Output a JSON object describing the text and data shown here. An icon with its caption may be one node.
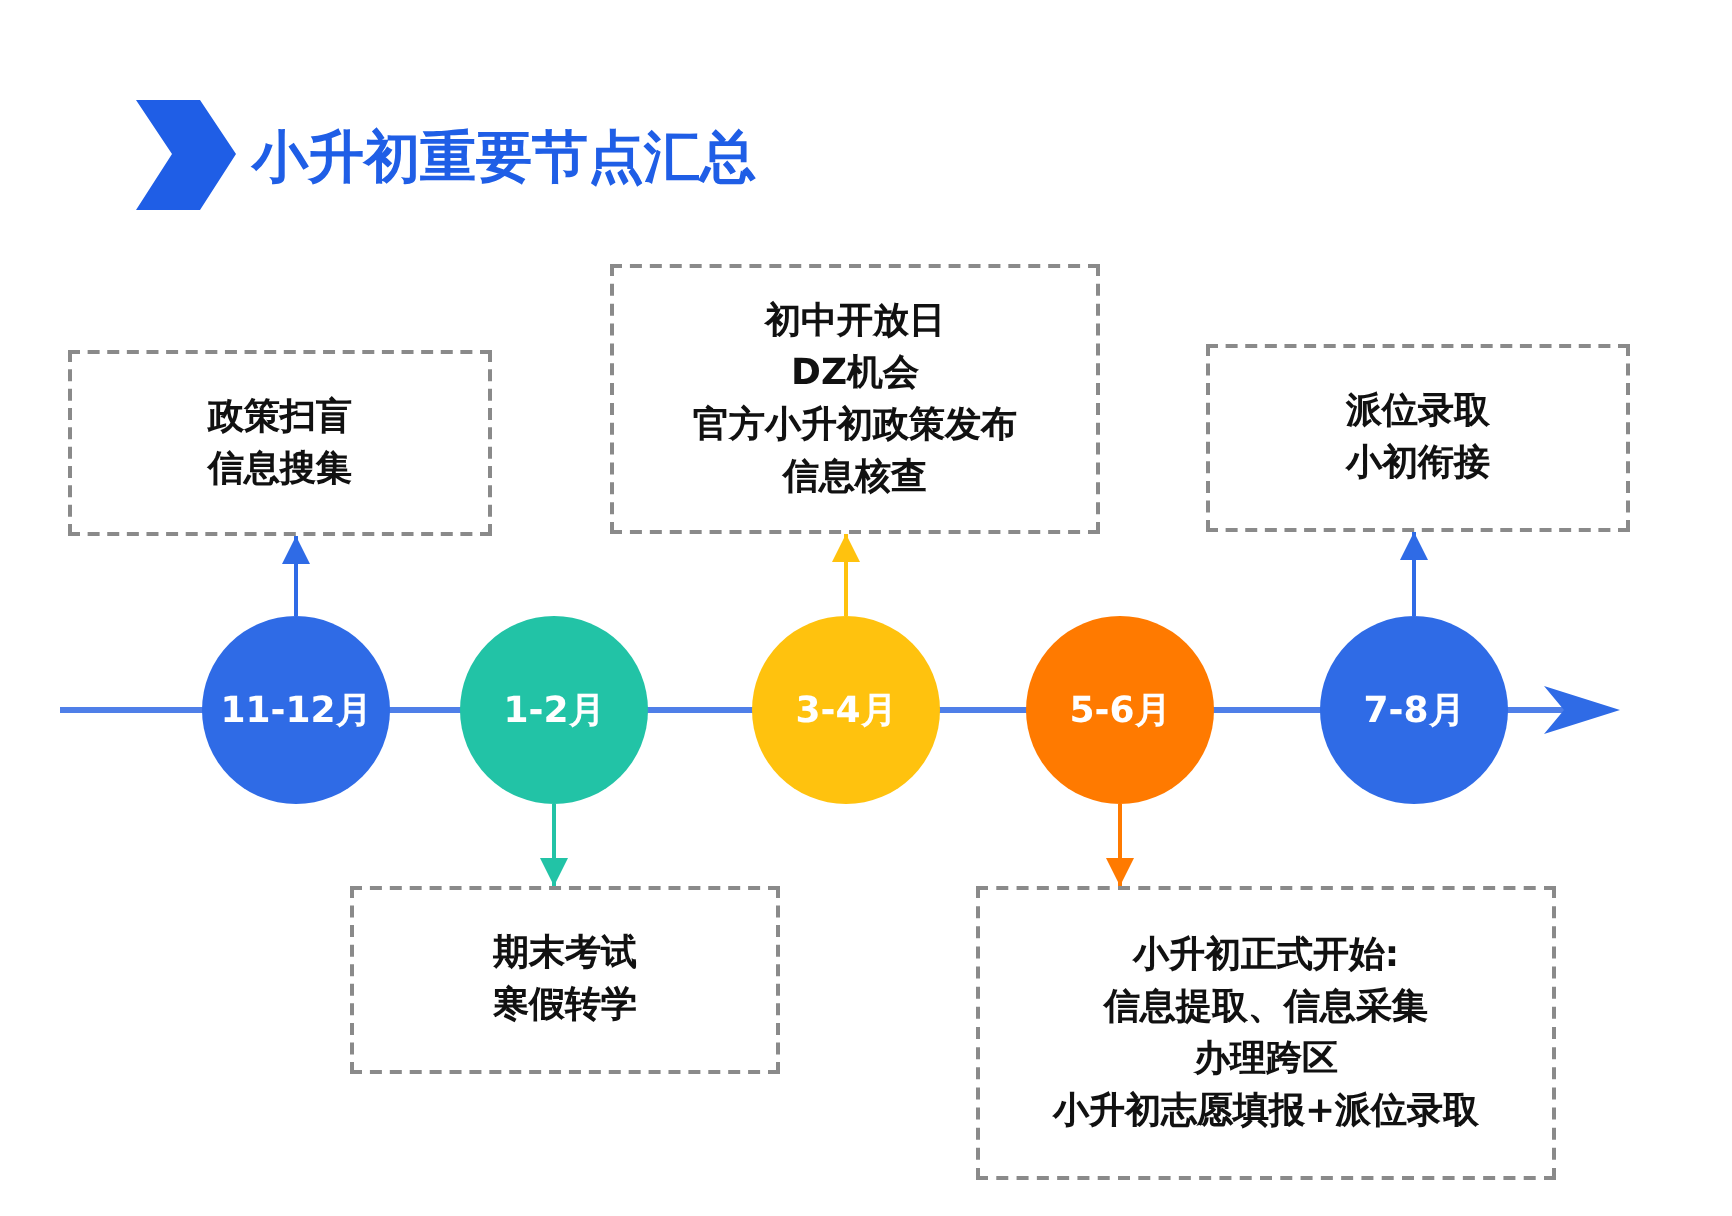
{
  "diagram": {
    "title": "小升初重要节点汇总",
    "nodes": [
      {
        "text": [
          "政策扫盲",
          "信息搜集"
        ]
      },
      {
        "text": [
          "初中开放日",
          "DZ机会",
          "官方小升初政策发布",
          "信息核查"
        ]
      },
      {
        "text": [
          "派位录取",
          "小初衔接"
        ]
      },
      {
        "text": [
          "11-12月"
        ]
      },
      {
        "text": [
          "1-2月"
        ]
      },
      {
        "text": [
          "3-4月"
        ]
      },
      {
        "text": [
          "5-6月"
        ]
      },
      {
        "text": [
          "7-8月"
        ]
      },
      {
        "text": [
          "期末考试",
          "寒假转学"
        ]
      },
      {
        "text": [
          "小升初正式开始:",
          "信息提取、信息采集",
          "办理跨区",
          "小升初志愿填报+派位录取"
        ]
      }
    ],
    "edges": [
      {
        "from": 3,
        "to": 0,
        "arrow": "to",
        "color": "#2f6be6"
      },
      {
        "from": 4,
        "to": 8,
        "arrow": "to",
        "color": "#22c3a6"
      },
      {
        "from": 5,
        "to": 1,
        "arrow": "to",
        "color": "#ffc20e"
      },
      {
        "from": 6,
        "to": 9,
        "arrow": "to",
        "color": "#ff7a00"
      },
      {
        "from": 7,
        "to": 2,
        "arrow": "to",
        "color": "#2f6be6"
      }
    ]
  }
}
